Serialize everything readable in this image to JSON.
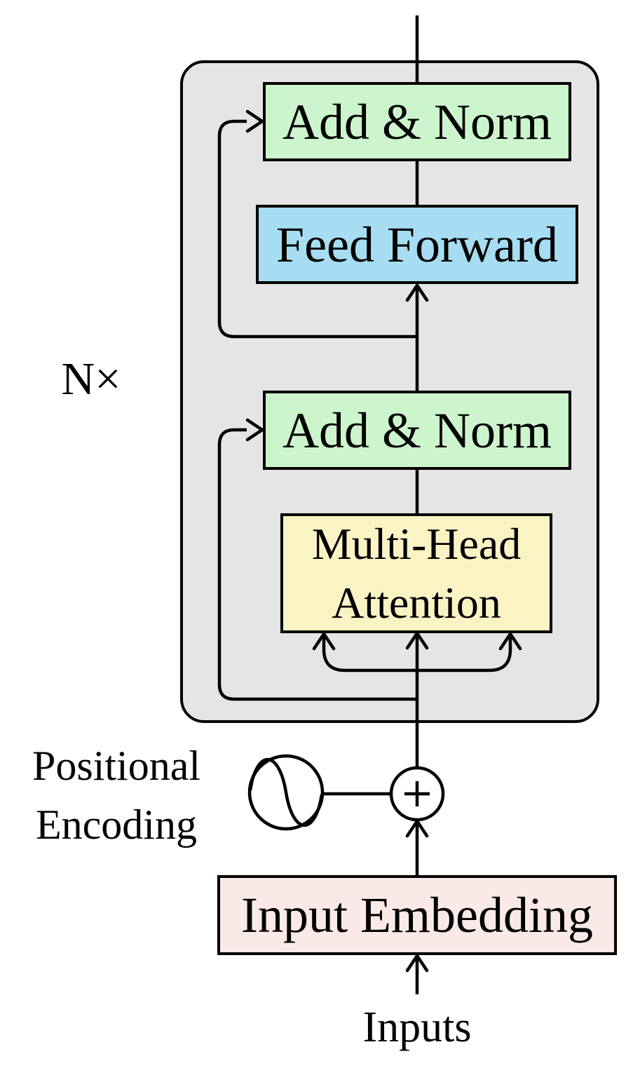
{
  "diagram": {
    "container": {
      "name": "encoder-stack",
      "color": "#e5e5e5"
    },
    "blocks": {
      "add_norm_top": {
        "label": "Add & Norm",
        "color": "#cdf5cd"
      },
      "feed_forward": {
        "label": "Feed Forward",
        "color": "#a6ddf2"
      },
      "add_norm_bottom": {
        "label": "Add & Norm",
        "color": "#cdf5cd"
      },
      "multi_head_attention": {
        "label": "Multi-Head\nAttention",
        "color": "#fcf3c5"
      },
      "input_embedding": {
        "label": "Input Embedding",
        "color": "#fbe9e7"
      }
    },
    "labels": {
      "repeat": "N×",
      "positional_encoding": "Positional\nEncoding",
      "inputs": "Inputs"
    },
    "icons": {
      "positional_encoding_icon": "sine-wave-circle-icon",
      "sum_icon": "plus-circle-icon"
    },
    "colors": {
      "stroke": "#000000",
      "background": "#ffffff"
    }
  }
}
